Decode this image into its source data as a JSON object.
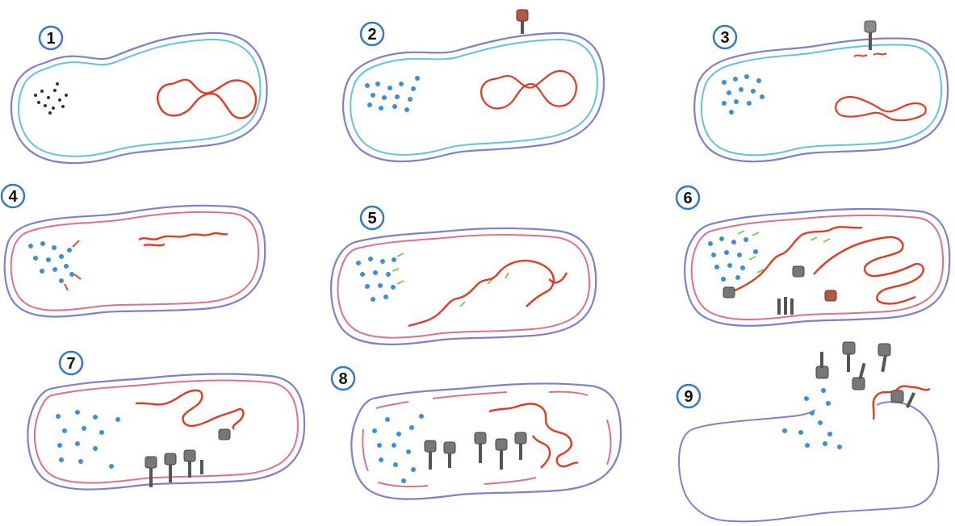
{
  "figure": {
    "panels": [
      {
        "number": "1"
      },
      {
        "number": "2"
      },
      {
        "number": "3"
      },
      {
        "number": "4"
      },
      {
        "number": "5"
      },
      {
        "number": "6"
      },
      {
        "number": "7"
      },
      {
        "number": "8"
      },
      {
        "number": "9"
      }
    ]
  },
  "colors": {
    "outer_membrane": "#7f7fd0",
    "inner_membrane_intact": "#62c4dc",
    "inner_membrane_infected": "#e0708a",
    "dna": "#e23b22",
    "ribosome": "#3b8fd8",
    "early_ribosome": "#2a2a6a",
    "mrna": "#7ac943",
    "phage_head": "#b05a45",
    "phage_gray": "#777777",
    "badge_ring": "#3478c8",
    "badge_text": "#111111"
  }
}
